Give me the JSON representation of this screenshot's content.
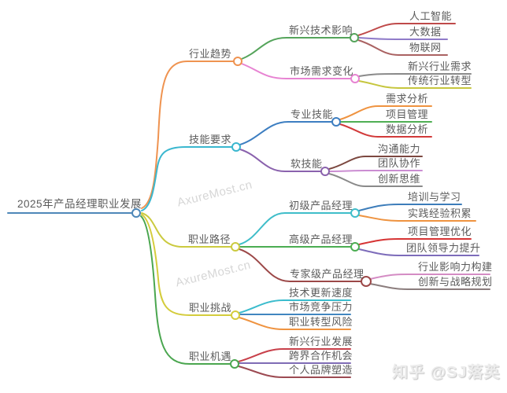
{
  "root": {
    "label": "2025年产品经理职业发展",
    "color": "#4e87b8"
  },
  "branches": [
    {
      "label": "行业趋势",
      "color": "#ef9350",
      "children": [
        {
          "label": "新兴技术影响",
          "color": "#55a45b",
          "children": [
            {
              "label": "人工智能",
              "color": "#bf4a4a"
            },
            {
              "label": "大数据",
              "color": "#8f7bc9"
            },
            {
              "label": "物联网",
              "color": "#aa6262"
            }
          ]
        },
        {
          "label": "市场需求变化",
          "color": "#e783d2",
          "children": [
            {
              "label": "新兴行业需求",
              "color": "#8a8a8a"
            },
            {
              "label": "传统行业转型",
              "color": "#c6c63e"
            }
          ]
        }
      ]
    },
    {
      "label": "技能要求",
      "color": "#3ab7cf",
      "children": [
        {
          "label": "专业技能",
          "color": "#3d7ec1",
          "children": [
            {
              "label": "需求分析",
              "color": "#ef9340"
            },
            {
              "label": "项目管理",
              "color": "#4fae53"
            },
            {
              "label": "数据分析",
              "color": "#d23a3a"
            }
          ]
        },
        {
          "label": "软技能",
          "color": "#8a62ad",
          "children": [
            {
              "label": "沟通能力",
              "color": "#7c4840"
            },
            {
              "label": "团队协作",
              "color": "#cb8dd2"
            },
            {
              "label": "创新思维",
              "color": "#8a8a8a"
            }
          ]
        }
      ]
    },
    {
      "label": "职业路径",
      "color": "#cbca3f",
      "children": [
        {
          "label": "初级产品经理",
          "color": "#3fbdc9",
          "children": [
            {
              "label": "培训与学习",
              "color": "#3d7dba"
            },
            {
              "label": "实践经验积累",
              "color": "#ee9340"
            }
          ]
        },
        {
          "label": "高级产品经理",
          "color": "#4bad52",
          "children": [
            {
              "label": "项目管理优化",
              "color": "#d63434"
            },
            {
              "label": "团队领导力提升",
              "color": "#7d6cba"
            }
          ]
        },
        {
          "label": "专家级产品经理",
          "color": "#9c4848",
          "children": [
            {
              "label": "行业影响力构建",
              "color": "#d48cc4"
            },
            {
              "label": "创新与战略规划",
              "color": "#8b7d7d"
            }
          ]
        }
      ]
    },
    {
      "label": "职业挑战",
      "color": "#d4cc3c",
      "children": [
        {
          "label": "技术更新速度",
          "color": "#3bbccd"
        },
        {
          "label": "市场竞争压力",
          "color": "#4186c0"
        },
        {
          "label": "职业转型风险",
          "color": "#ef9340"
        }
      ]
    },
    {
      "label": "职业机遇",
      "color": "#4aa64f",
      "children": [
        {
          "label": "新兴行业发展",
          "color": "#c8404a"
        },
        {
          "label": "跨界合作机会",
          "color": "#7f6cb5"
        },
        {
          "label": "个人品牌塑造",
          "color": "#9c4a52"
        }
      ]
    }
  ],
  "watermarks": {
    "axuremost": "AxureMost.cn",
    "zhihu": "知乎 @SJ落英"
  }
}
